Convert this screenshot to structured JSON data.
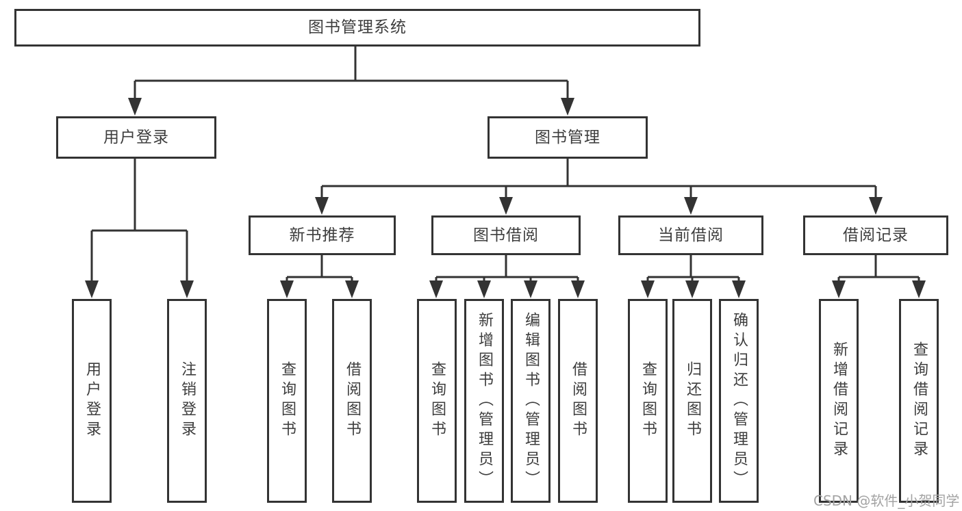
{
  "diagram": {
    "title": "图书管理系统",
    "level2": {
      "user_login": "用户登录",
      "book_mgmt": "图书管理"
    },
    "level3": {
      "new_rec": "新书推荐",
      "book_borrow": "图书借阅",
      "current_borrow": "当前借阅",
      "borrow_record": "借阅记录"
    },
    "leaves": {
      "user_login": "用户登录",
      "logout": "注销登录",
      "nb_query": "查询图书",
      "nb_borrow": "借阅图书",
      "bb_query": "查询图书",
      "bb_add": "新增图书（管理员）",
      "bb_edit": "编辑图书（管理员）",
      "bb_borrow": "借阅图书",
      "cb_query": "查询图书",
      "cb_return": "归还图书",
      "cb_confirm": "确认归还（管理员）",
      "br_add": "新增借阅记录",
      "br_query": "查询借阅记录"
    }
  },
  "watermark": "CSDN @软件_小贺同学",
  "colors": {
    "line": "#333333",
    "text": "#3d3d3d",
    "watermark": "#a3a3a3",
    "background": "#ffffff"
  }
}
